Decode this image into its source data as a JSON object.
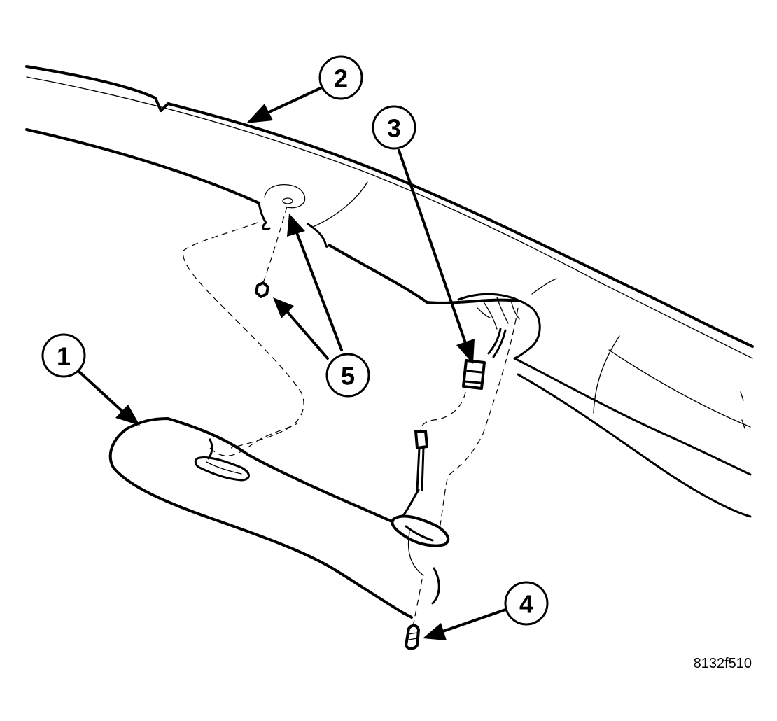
{
  "figure": {
    "id": "8132f510"
  },
  "callouts": {
    "c1": "1",
    "c2": "2",
    "c3": "3",
    "c4": "4",
    "c5": "5"
  }
}
